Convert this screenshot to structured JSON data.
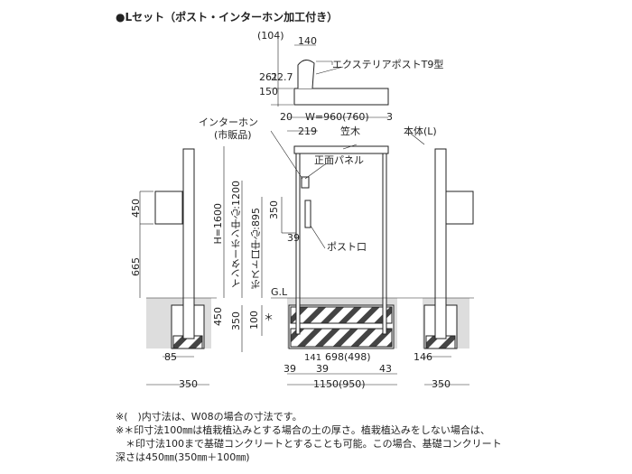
{
  "title": "●Lセット（ポスト・インターホン加工付き）",
  "dims": {
    "top_104": "(104)",
    "top_140": "140",
    "top_150": "150",
    "top_261": "261",
    "top_22_7": "22.7",
    "width_w": "W=960(760)",
    "d20": "20",
    "d3": "3",
    "d219": "219",
    "h1600": "H=1600",
    "intercom_center": "インターホン中心:1200",
    "post_center": "ポスト口中心:895",
    "d350_mid": "350",
    "d39_mid": "39",
    "d450_left": "450",
    "d665": "665",
    "d450_base": "450",
    "d350_base": "350",
    "d100": "100",
    "asterisk": "＊",
    "gl": "G.L",
    "d85": "85",
    "d350_left": "350",
    "d39_a": "39",
    "d141": "141",
    "d39_b": "39",
    "d698": "698(498)",
    "d43": "43",
    "d1150": "1150(950)",
    "d146": "146",
    "d350_right": "350"
  },
  "labels": {
    "product": "エクステリアポストT9型",
    "intercom": "インターホン",
    "intercom_sub": "(市販品)",
    "kasagi": "笠木",
    "body": "本体(L)",
    "front_panel": "正面パネル",
    "post_slot": "ポスト口"
  },
  "notes": [
    "※(　)内寸法は、W08の場合の寸法です。",
    "※＊印寸法100㎜は植栽植込みとする場合の土の厚さ。植栽植込みをしない場合は、",
    "　＊印寸法100まで基礎コンクリートとすることも可能。この場合、基礎コンクリート",
    "深さは450㎜(350㎜＋100㎜)"
  ]
}
